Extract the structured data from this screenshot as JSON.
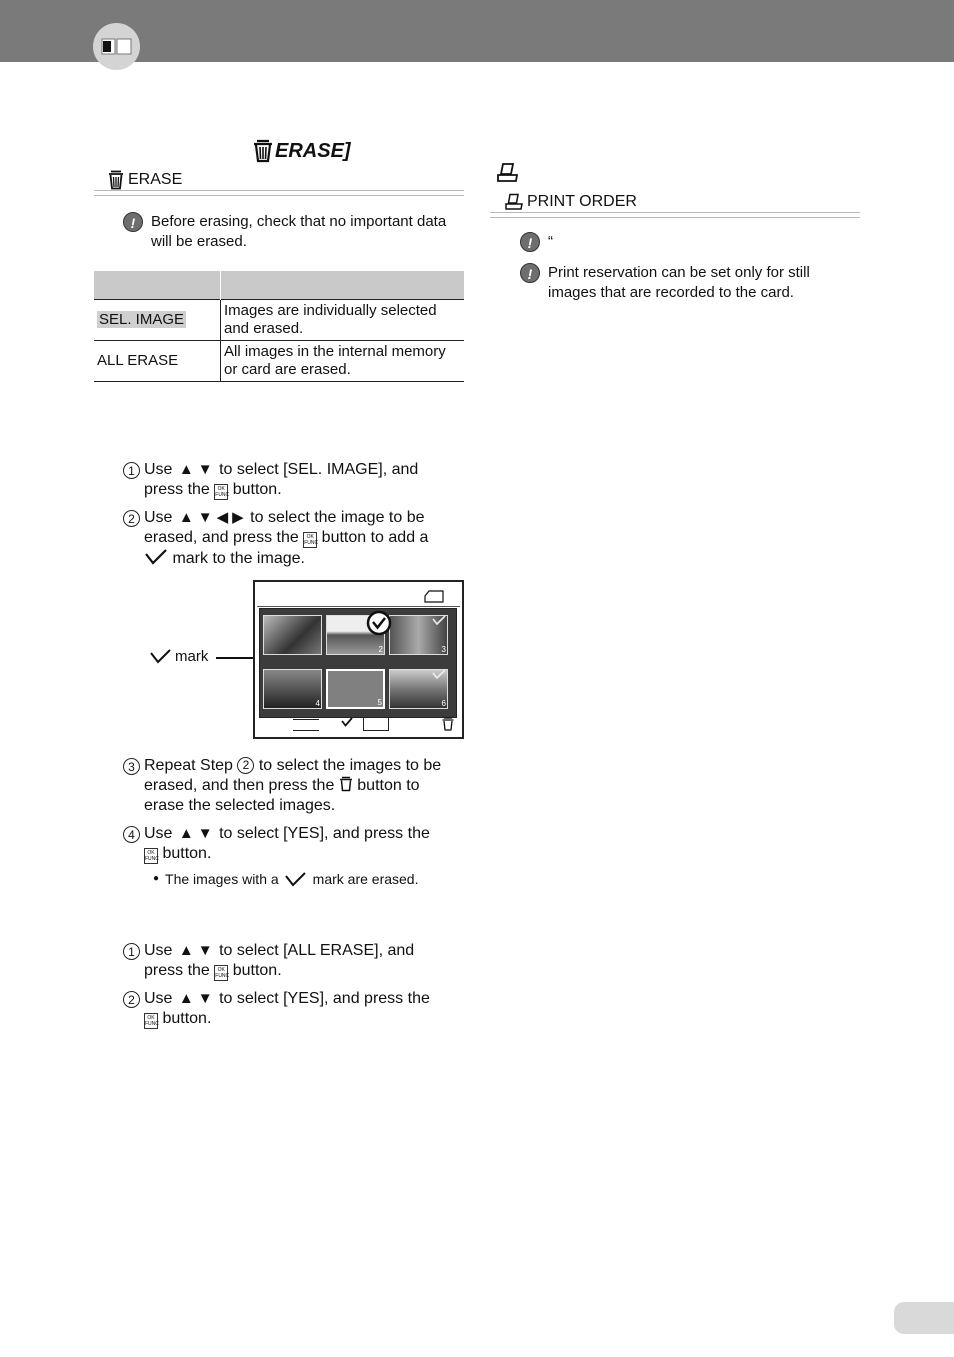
{
  "page": {
    "colors": {
      "header_band": "#7a7a7a",
      "rule": "#b9b9b9",
      "table_header": "#c9c9c9"
    }
  },
  "erase": {
    "title": "ERASE]",
    "subhead_label": "ERASE",
    "caution": "Before erasing, check that no important data will be erased.",
    "table": {
      "rows": [
        {
          "option": "SEL. IMAGE",
          "description": "Images are individually selected and erased."
        },
        {
          "option": "ALL ERASE",
          "description": "All images in the internal memory or card are erased."
        }
      ]
    },
    "sel_image_steps": [
      {
        "num": "1",
        "use": "Use",
        "after_arrows": "to select [SEL. IMAGE], and",
        "line2a": "press the",
        "line2b": "button."
      },
      {
        "num": "2",
        "use": "Use",
        "after_arrows": "to select the image to be",
        "line2a": "erased, and press the",
        "line2b": "button to add a",
        "line3": "mark to the image."
      },
      {
        "num": "3",
        "text_a": "Repeat Step",
        "ref": "2",
        "text_b": "to select the images to be",
        "line2a": "erased, and then press the",
        "line2b": "button to",
        "line3": "erase the selected images."
      },
      {
        "num": "4",
        "use": "Use",
        "after_arrows": "to select [YES], and press the",
        "line2b": "button."
      }
    ],
    "bullet_a": "The images with a",
    "bullet_b": "mark are erased.",
    "all_erase_steps": [
      {
        "num": "1",
        "use": "Use",
        "after_arrows": "to select [ALL ERASE], and",
        "line2a": "press the",
        "line2b": "button."
      },
      {
        "num": "2",
        "use": "Use",
        "after_arrows": "to select [YES], and press the",
        "line2b": "button."
      }
    ],
    "figure": {
      "mark_label": "mark",
      "thumb_numbers": [
        "2",
        "3",
        "4",
        "5",
        "6"
      ]
    }
  },
  "print": {
    "subhead_label": "PRINT ORDER",
    "note_1": "“",
    "note_2": "Print reservation can be set only for still images that are recorded to the card."
  },
  "icons": {
    "arrows": {
      "up": "▲",
      "down": "▼",
      "left": "◀",
      "right": "▶"
    },
    "caution": "!",
    "okfunc_top": "OK",
    "okfunc_bottom": "FUNC"
  }
}
